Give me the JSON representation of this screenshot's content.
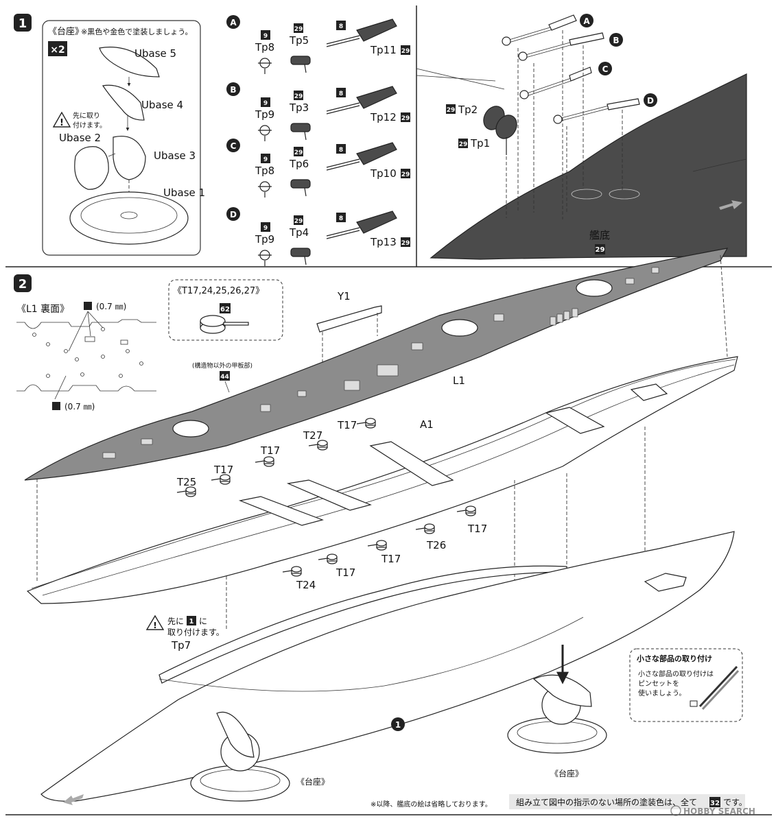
{
  "step1": {
    "number": "1",
    "base_box": {
      "title": "《台座》",
      "note": "※黒色や金色で塗装しましょう。",
      "multiplier": "×2",
      "caution": "先に取り付けます。",
      "parts": [
        "Ubase 5",
        "Ubase 4",
        "Ubase 2",
        "Ubase 3",
        "Ubase 1"
      ]
    },
    "prop_rows": [
      {
        "letter": "A",
        "holder": "Tp8",
        "holder_color": "9",
        "shaft": "Tp5",
        "shaft_color": "29",
        "rod_color": "8",
        "blade": "Tp11",
        "blade_color": "29"
      },
      {
        "letter": "B",
        "holder": "Tp9",
        "holder_color": "9",
        "shaft": "Tp3",
        "shaft_color": "29",
        "rod_color": "8",
        "blade": "Tp12",
        "blade_color": "29"
      },
      {
        "letter": "C",
        "holder": "Tp8",
        "holder_color": "9",
        "shaft": "Tp6",
        "shaft_color": "29",
        "rod_color": "8",
        "blade": "Tp10",
        "blade_color": "29"
      },
      {
        "letter": "D",
        "holder": "Tp9",
        "holder_color": "9",
        "shaft": "Tp4",
        "shaft_color": "29",
        "rod_color": "8",
        "blade": "Tp13",
        "blade_color": "29"
      }
    ],
    "rudders": [
      {
        "label": "Tp2",
        "color": "29"
      },
      {
        "label": "Tp1",
        "color": "29"
      }
    ],
    "hull_bottom": {
      "label": "艦底",
      "color": "29"
    },
    "callouts": [
      "A",
      "B",
      "C",
      "D"
    ]
  },
  "step2": {
    "number": "2",
    "underside": {
      "title": "《L1 裏面》",
      "drill": "(0.7 ㎜)"
    },
    "turret_box": {
      "title": "《T17,24,25,26,27》",
      "color": "62"
    },
    "deck_note": "(構造物以外の甲板部)",
    "deck_color": "44",
    "labels": {
      "y1": "Y1",
      "l1": "L1",
      "a1": "A1",
      "tp7": "Tp7",
      "t17": "T17",
      "t24": "T24",
      "t25": "T25",
      "t26": "T26",
      "t27": "T27"
    },
    "caution": {
      "prefix": "先に",
      "step": "1",
      "suffix": "に",
      "line2": "取り付けます。"
    },
    "step_ref": "1",
    "stand_left": "《台座》",
    "stand_right": "《台座》",
    "tip": {
      "title": "小さな部品の取り付け",
      "body_line1": "小さな部品の取り付けは",
      "body_line2": "ピンセットを",
      "body_line3": "使いましょう。"
    },
    "footnote": "※以降、艦底の絵は省略しております。",
    "paint_note": {
      "prefix": "組み立て図中の指示のない場所の塗装色は、全て",
      "color": "32",
      "suffix": "です。"
    },
    "watermark": "HOBBY SEARCH"
  }
}
